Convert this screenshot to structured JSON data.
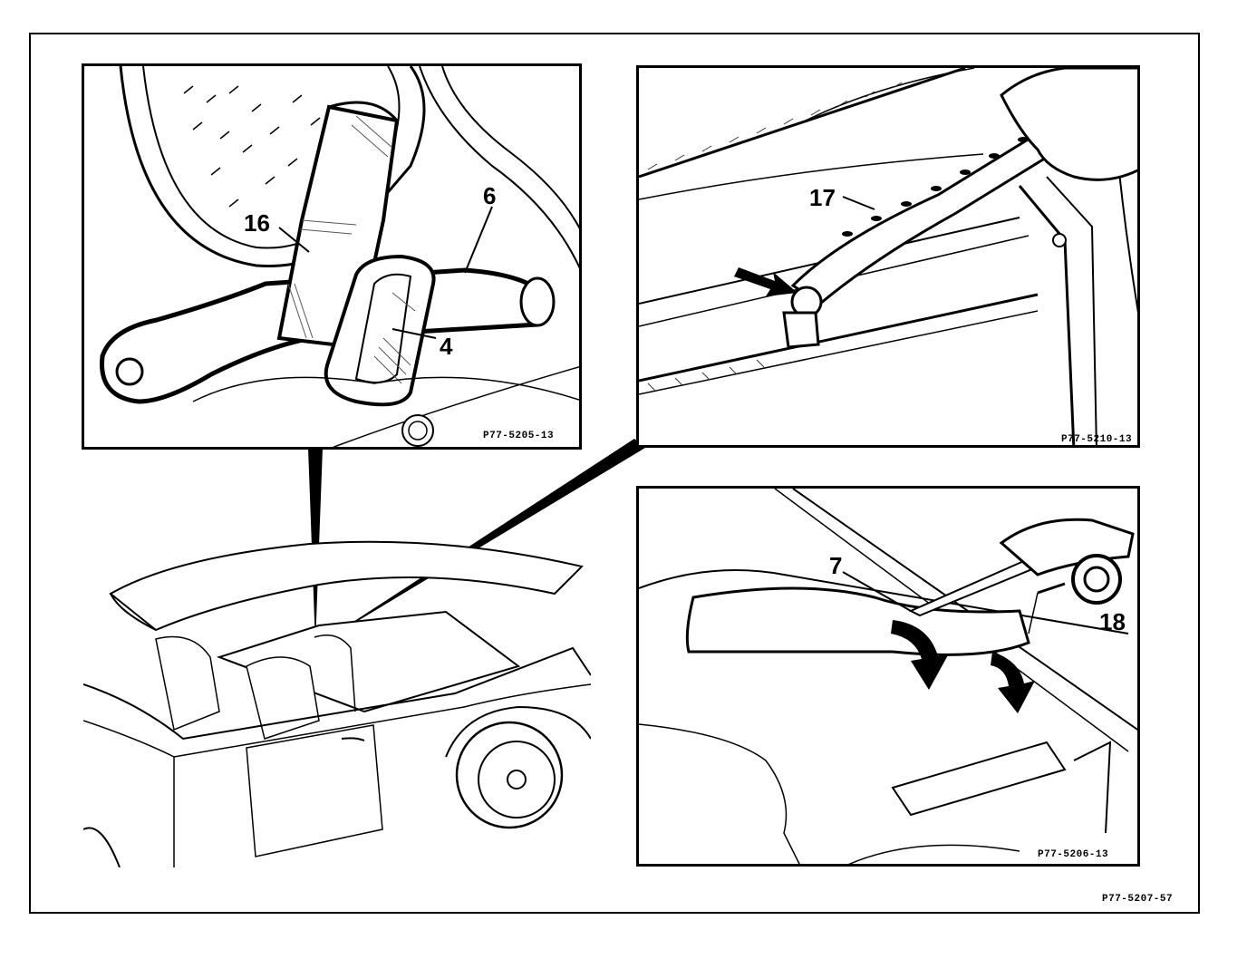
{
  "document": {
    "figure_code": "P77-5207-57"
  },
  "panels": {
    "top_left": {
      "code": "P77-5205-13",
      "callouts": [
        "16",
        "6",
        "4"
      ]
    },
    "top_right": {
      "code": "P77-5210-13",
      "callouts": [
        "17"
      ]
    },
    "bottom_right": {
      "code": "P77-5206-13",
      "callouts": [
        "7",
        "18"
      ]
    }
  }
}
